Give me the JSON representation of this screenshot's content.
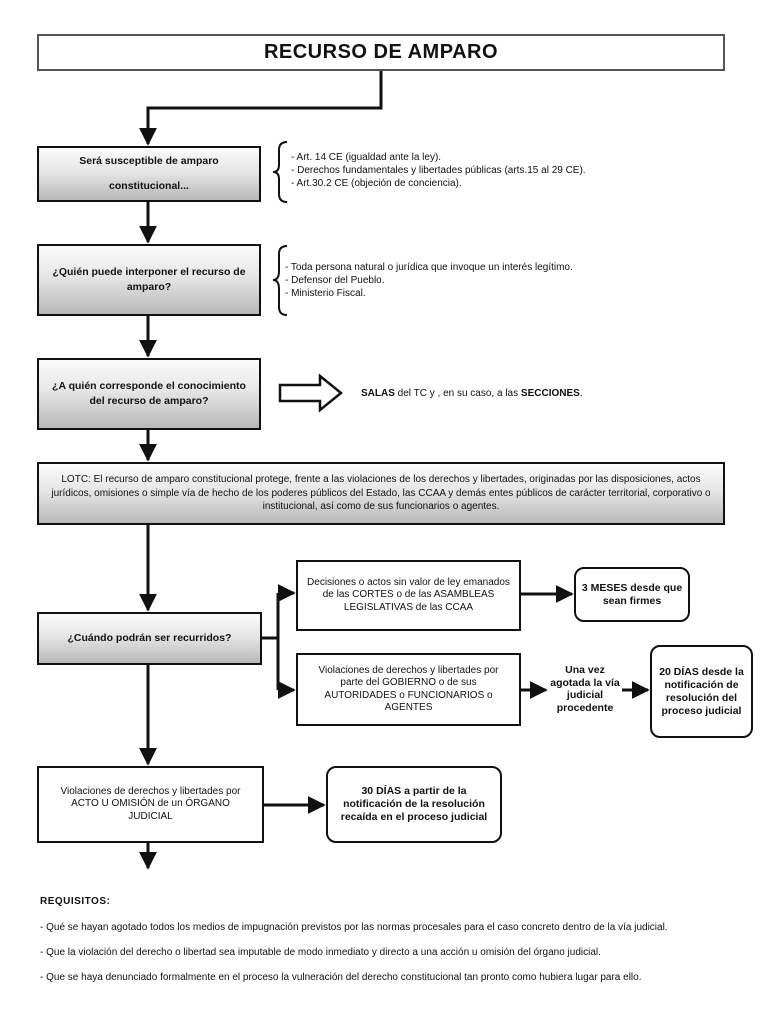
{
  "title": "RECURSO DE AMPARO",
  "node1": {
    "label_line1": "Será susceptible de amparo",
    "label_line2": "constitucional...",
    "items": [
      "- Art. 14 CE (igualdad ante la ley).",
      "- Derechos fundamentales y libertades públicas (arts.15 al 29 CE).",
      "- Art.30.2 CE (objeción de conciencia)."
    ]
  },
  "node2": {
    "label": "¿Quién puede interponer el recurso de amparo?",
    "items": [
      "- Toda persona natural o jurídica que invoque un interés legítimo.",
      "- Defensor del Pueblo.",
      "- Ministerio Fiscal."
    ]
  },
  "node3": {
    "label": "¿A quién corresponde el conocimiento del recurso de amparo?",
    "answer_bold1": "SALAS",
    "answer_mid": " del TC y , en su caso, a las ",
    "answer_bold2": "SECCIONES",
    "answer_end": "."
  },
  "node4": {
    "text": "LOTC: El recurso de amparo constitucional protege, frente a las violaciones de los derechos y libertades, originadas por las disposiciones, actos jurídicos, omisiones o simple vía de hecho de los poderes públicos del Estado, las CCAA y demás entes públicos de carácter territorial, corporativo o institucional, así como de sus funcionarios o agentes."
  },
  "node5": {
    "label": "¿Cuándo podrán ser recurridos?",
    "branch_a": "Decisiones o actos sin valor de ley emanados de las CORTES o de las ASAMBLEAS LEGISLATIVAS de las CCAA",
    "branch_a_result": "3 MESES desde que sean firmes",
    "branch_b": "Violaciones de derechos y libertades por parte del GOBIERNO o de sus AUTORIDADES o FUNCIONARIOS o AGENTES",
    "branch_b_condition": "Una vez agotada la vía judicial procedente",
    "branch_b_result": "20 DÍAS desde la notificación de resolución del proceso judicial"
  },
  "node6": {
    "label": "Violaciones de derechos y libertades por ACTO U OMISIÓN de un ÓRGANO JUDICIAL",
    "result": "30 DÍAS a partir de la notificación de la resolución recaída en el proceso judicial"
  },
  "requisitos": {
    "heading": "REQUISITOS:",
    "items": [
      "- Qué se hayan agotado todos los  medios de impugnación previstos por las normas procesales para el caso concreto dentro de la vía judicial.",
      "- Que la violación del derecho o libertad sea imputable de modo inmediato y directo a una acción u omisión del órgano judicial.",
      "- Que se haya denunciado formalmente en el proceso la vulneración del derecho constitucional tan pronto como hubiera lugar para ello."
    ]
  }
}
